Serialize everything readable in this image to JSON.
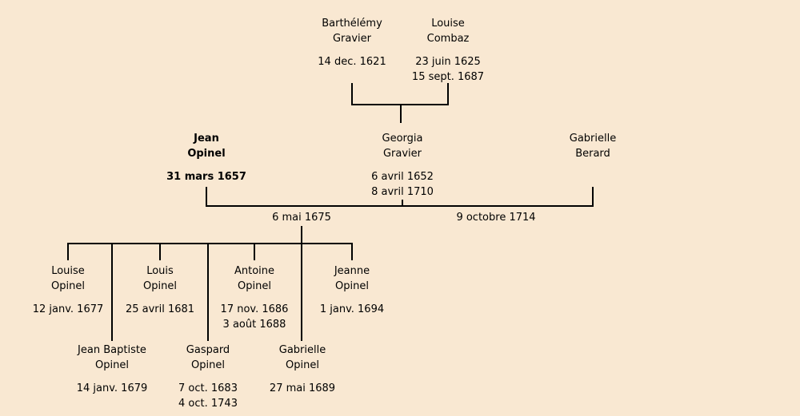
{
  "palette": {
    "background": "#f9e8d2",
    "line": "#000000",
    "text": "#000000"
  },
  "diagram_type": "family-tree",
  "people": {
    "barthelemy_gravier": {
      "given": "Barthélémy",
      "surname": "Gravier",
      "date1": "14 dec. 1621"
    },
    "louise_combaz": {
      "given": "Louise",
      "surname": "Combaz",
      "date1": "23 juin 1625",
      "date2": "15 sept. 1687"
    },
    "jean_opinel": {
      "given": "Jean",
      "surname": "Opinel",
      "date1": "31 mars 1657"
    },
    "georgia_gravier": {
      "given": "Georgia",
      "surname": "Gravier",
      "date1": "6 avril 1652",
      "date2": "8 avril 1710"
    },
    "gabrielle_berard": {
      "given": "Gabrielle",
      "surname": "Berard"
    },
    "louise_opinel": {
      "given": "Louise",
      "surname": "Opinel",
      "date1": "12 janv. 1677"
    },
    "jean_baptiste_opinel": {
      "given": "Jean Baptiste",
      "surname": "Opinel",
      "date1": "14 janv. 1679"
    },
    "louis_opinel": {
      "given": "Louis",
      "surname": "Opinel",
      "date1": "25 avril 1681"
    },
    "gaspard_opinel": {
      "given": "Gaspard",
      "surname": "Opinel",
      "date1": "7 oct. 1683",
      "date2": "4 oct. 1743"
    },
    "antoine_opinel": {
      "given": "Antoine",
      "surname": "Opinel",
      "date1": "17 nov. 1686",
      "date2": "3 août 1688"
    },
    "gabrielle_opinel": {
      "given": "Gabrielle",
      "surname": "Opinel",
      "date1": "27 mai 1689"
    },
    "jeanne_opinel": {
      "given": "Jeanne",
      "surname": "Opinel",
      "date1": "1 janv. 1694"
    }
  },
  "marriages": {
    "first_date": "6 mai 1675",
    "second_date": "9 octobre 1714"
  }
}
